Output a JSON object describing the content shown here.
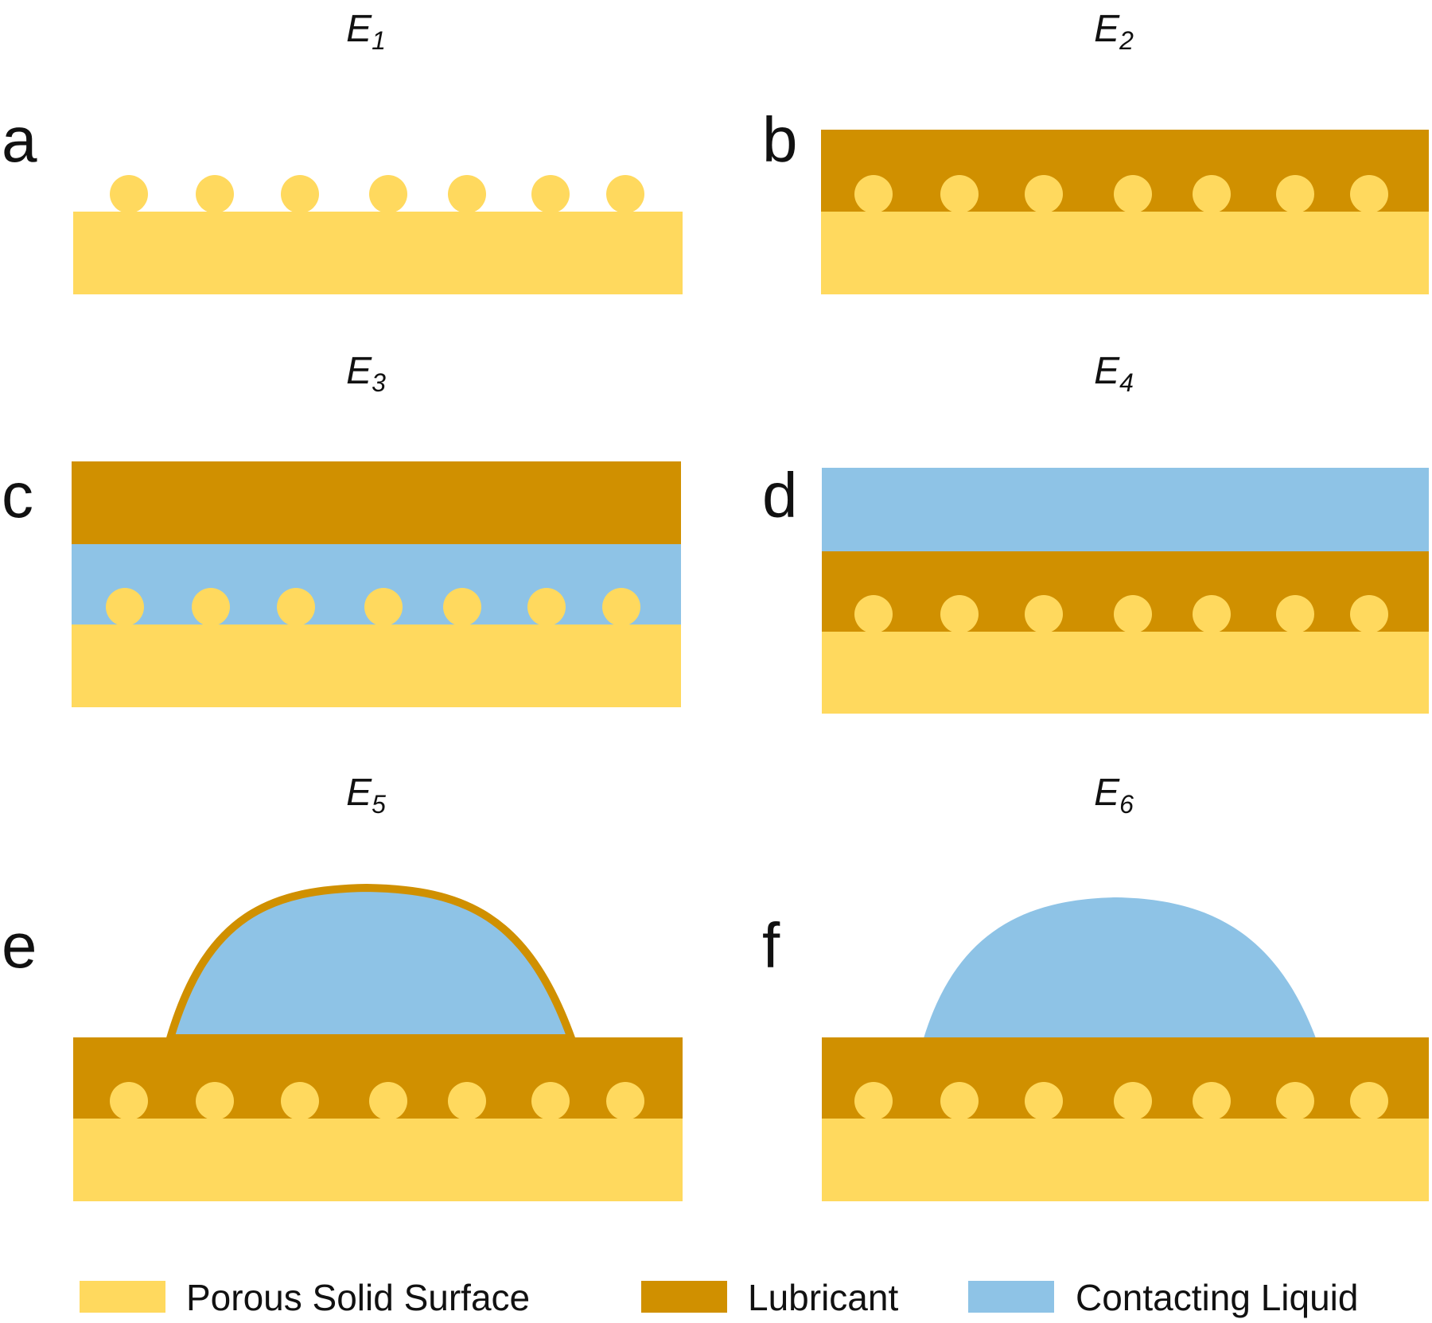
{
  "colors": {
    "solid": "#FFD95E",
    "lubricant": "#D09000",
    "liquid": "#8EC3E6"
  },
  "panels": [
    {
      "id": "a",
      "letter": "a",
      "energy": "E",
      "sub": "1"
    },
    {
      "id": "b",
      "letter": "b",
      "energy": "E",
      "sub": "2"
    },
    {
      "id": "c",
      "letter": "c",
      "energy": "E",
      "sub": "3"
    },
    {
      "id": "d",
      "letter": "d",
      "energy": "E",
      "sub": "4"
    },
    {
      "id": "e",
      "letter": "e",
      "energy": "E",
      "sub": "5"
    },
    {
      "id": "f",
      "letter": "f",
      "energy": "E",
      "sub": "6"
    }
  ],
  "legend": [
    {
      "label": "Porous Solid Surface",
      "color": "solid"
    },
    {
      "label": "Lubricant",
      "color": "lubricant"
    },
    {
      "label": "Contacting Liquid",
      "color": "liquid"
    }
  ]
}
